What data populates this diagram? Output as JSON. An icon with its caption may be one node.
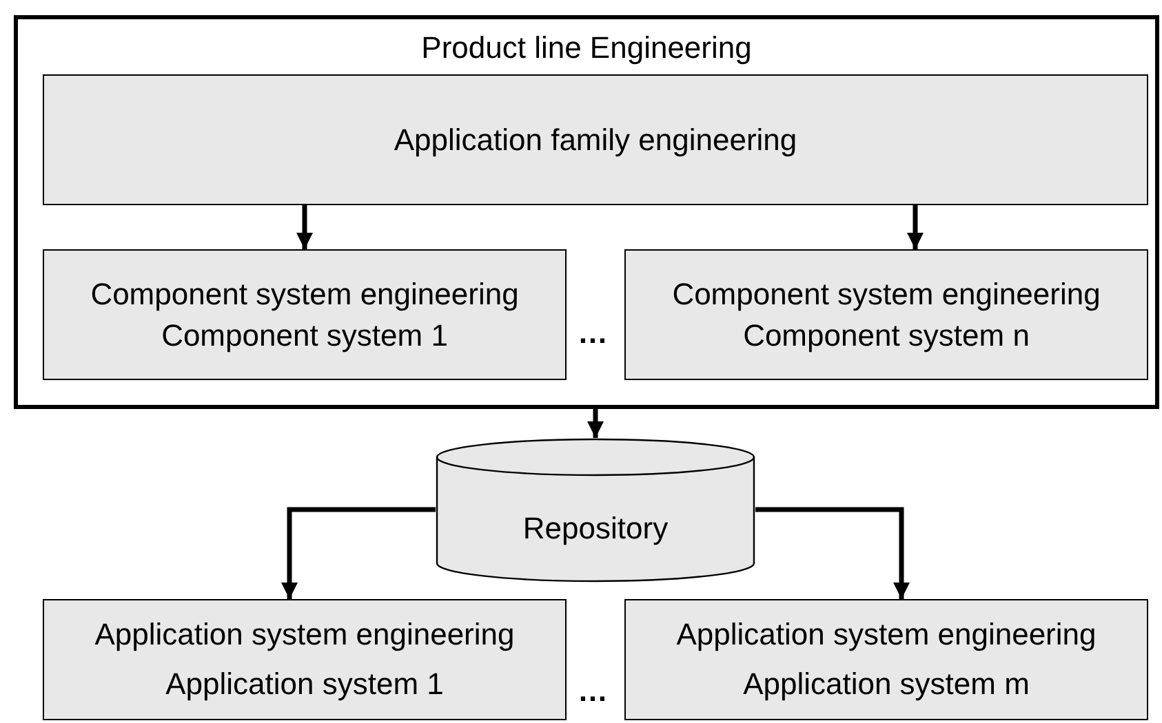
{
  "diagram": {
    "nodes": [
      {
        "text": [
          "Product line Engineering"
        ]
      },
      {
        "text": [
          "Application family engineering"
        ],
        "in": 0
      },
      {
        "text": [
          "Component system engineering",
          "Component system 1"
        ],
        "in": 0
      },
      {
        "text": [
          "Component system engineering",
          "Component system n"
        ],
        "in": 0
      },
      {
        "text": [
          "Repository"
        ]
      },
      {
        "text": [
          "Application system engineering",
          "Application system 1"
        ]
      },
      {
        "text": [
          "Application system engineering",
          "Application system m"
        ]
      }
    ],
    "edges": [
      {
        "from": 1,
        "to": 2,
        "arrow": "to"
      },
      {
        "from": 1,
        "to": 3,
        "arrow": "to"
      },
      {
        "from": 0,
        "to": 4,
        "arrow": "to"
      },
      {
        "from": 4,
        "to": 5,
        "arrow": "to"
      },
      {
        "from": 4,
        "to": 6,
        "arrow": "to"
      }
    ],
    "labels": [
      "…",
      "…"
    ]
  }
}
